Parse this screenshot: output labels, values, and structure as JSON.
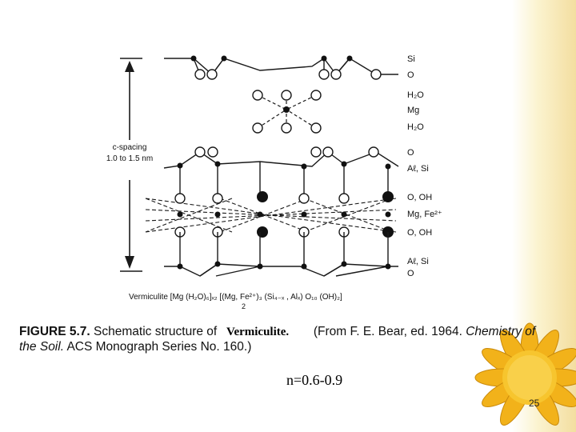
{
  "labels": {
    "si": "Si",
    "o_top": "O",
    "h2o_a": "H₂O",
    "mg": "Mg",
    "h2o_b": "H₂O",
    "o_mid": "O",
    "al_si_top": "Aℓ, Si",
    "o_oh_a": "O, OH",
    "mg_fe": "Mg, Fe²⁺",
    "o_oh_b": "O, OH",
    "al_si_bottom": "Aℓ, Si",
    "o_bottom": "O"
  },
  "cspacing": {
    "line1": "c-spacing",
    "line2": "1.0 to 1.5 nm"
  },
  "formula": {
    "text": "Vermiculite [Mg (H₂O)₆]ₓ₂ [(Mg, Fe²⁺)₃ (Si₄₋ₓ , Alₓ) O₁₀ (OH)₂]",
    "den": "2"
  },
  "caption": {
    "bold": "FIGURE 5.7.",
    "text1": " Schematic structure of ",
    "text2": " (From F. E. Bear, ed. 1964. ",
    "italic1": "Chemistry of",
    "italic2": "the Soil.",
    "text3": " ACS Monograph Series No. 160.)"
  },
  "highlight": "Vermiculite.",
  "n_range": "n=0.6-0.9",
  "page_number": "25",
  "colors": {
    "atom_open": "#ffffff",
    "atom_filled": "#111111",
    "line": "#1a1a1a",
    "sunflower_petal": "#f2b21a",
    "sunflower_center": "#6b4a1e"
  }
}
